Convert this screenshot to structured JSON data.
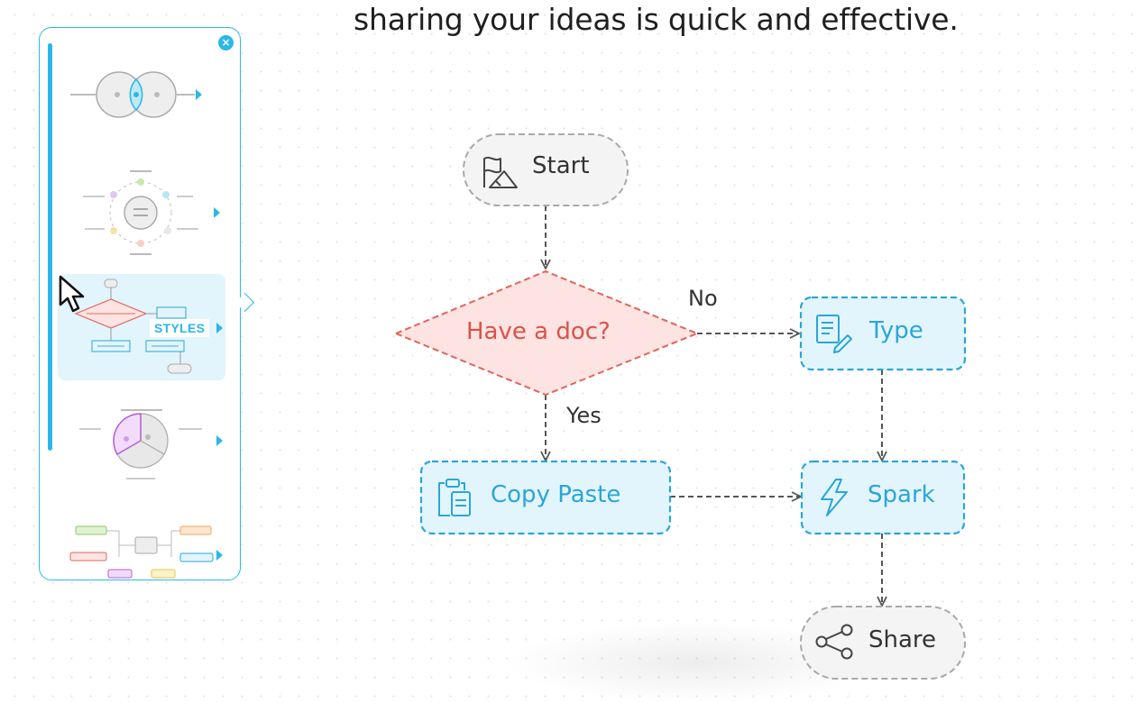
{
  "headline": "sharing your ideas is quick and effective.",
  "panel": {
    "close_label": "×",
    "styles_label": "STYLES",
    "thumbnails": [
      {
        "name": "venn-template"
      },
      {
        "name": "cycle-template"
      },
      {
        "name": "flowchart-template",
        "selected": true
      },
      {
        "name": "pie-template"
      },
      {
        "name": "mindmap-template"
      }
    ]
  },
  "flowchart": {
    "nodes": {
      "start": "Start",
      "decision": "Have a doc?",
      "type": "Type",
      "copy_paste": "Copy Paste",
      "spark": "Spark",
      "share": "Share"
    },
    "edges": {
      "no": "No",
      "yes": "Yes"
    }
  },
  "colors": {
    "accent": "#2bb8e8",
    "decision_fill": "#fde3e1",
    "decision_stroke": "#e0645c",
    "process_fill": "#e3f5fc",
    "process_stroke": "#2aa6d8",
    "terminal_fill": "#f4f4f4",
    "terminal_stroke": "#a9a9a9"
  }
}
